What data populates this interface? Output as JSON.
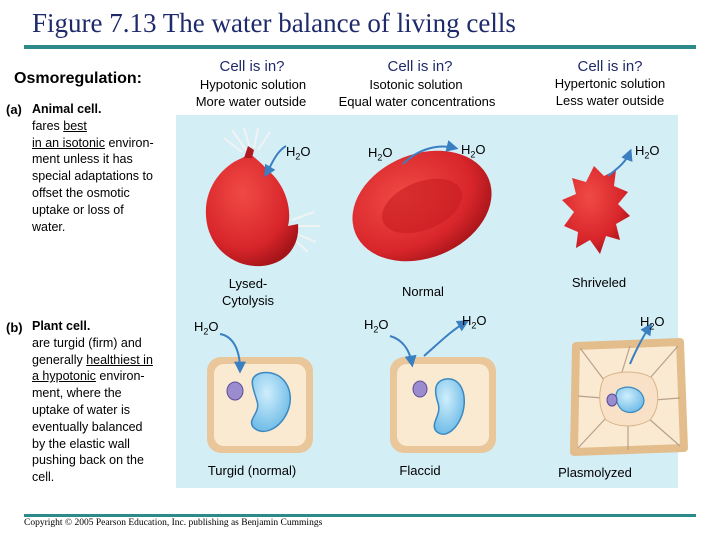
{
  "title": "Figure 7.13 The water balance of living cells",
  "left": {
    "heading": "Osmoregulation:",
    "animal": {
      "tag": "(a)",
      "bold": "Animal cell.",
      "l1a": "fares ",
      "l1b": "best",
      "l2": "in an isotonic",
      "l2b": " environ-",
      "l3": "ment unless it has",
      "l4": "special adaptations to",
      "l5": "offset the osmotic",
      "l6": "uptake or loss of",
      "l7": "water."
    },
    "plant": {
      "tag": "(b)",
      "bold": "Plant cell.",
      "l1": "are turgid (firm) and",
      "l2a": "generally ",
      "l2b": "healthiest in",
      "l3a": "a hypotonic",
      "l3b": " environ-",
      "l4": "ment, where the",
      "l5": "uptake of water is",
      "l6": "eventually balanced",
      "l7": "by the elastic wall",
      "l8": "pushing back on the",
      "l9": "cell."
    }
  },
  "columns": [
    {
      "question": "Cell is in?",
      "solution": "Hypotonic solution",
      "note": "More water outside",
      "animal_label_1": "Lysed-",
      "animal_label_2": "Cytolysis",
      "plant_label": "Turgid (normal)"
    },
    {
      "question": "Cell is in?",
      "solution": "Isotonic solution",
      "note": "Equal water concentrations",
      "animal_label": "Normal",
      "plant_label": "Flaccid"
    },
    {
      "question": "Cell is in?",
      "solution": "Hypertonic solution",
      "note": "Less water outside",
      "animal_label": "Shriveled",
      "plant_label": "Plasmolyzed"
    }
  ],
  "water": {
    "h": "H",
    "sub": "2",
    "o": "O"
  },
  "footer": "Copyright © 2005 Pearson Education, Inc. publishing as Benjamin Cummings",
  "colors": {
    "title": "#1f2a6b",
    "rule": "#2e8a8a",
    "panel": "#d4eef6",
    "rbc": "#d8262b",
    "arrow": "#3a7fc1"
  }
}
